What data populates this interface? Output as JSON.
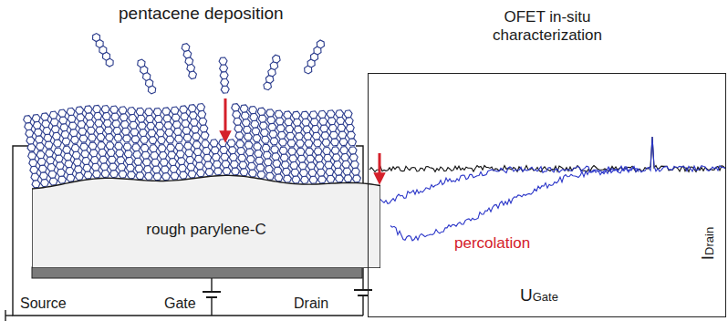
{
  "diagram": {
    "nodes": [
      {
        "text": [
          "rough parylene-C"
        ]
      },
      {
        "text": [
          "OFET in-situ characterization",
          "percolation",
          "UGate",
          "IDrain"
        ]
      }
    ],
    "labels": [
      "pentacene deposition",
      "Source",
      "Gate",
      "Drain"
    ]
  }
}
